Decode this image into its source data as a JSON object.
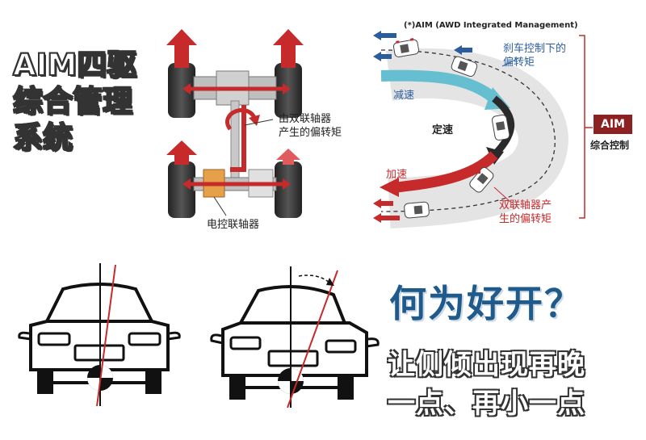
{
  "left_title": [
    "AIM四驱",
    "综合管理",
    "系统"
  ],
  "drivetrain": {
    "label_yaw": [
      "由双联轴器",
      "产生的偏转矩"
    ],
    "label_coupling": "电控联轴器"
  },
  "cornering": {
    "header": "(*)AIM (AWD Integrated Management)",
    "label_brake": [
      "刹车控制下的",
      "偏转矩"
    ],
    "label_decel": "减速",
    "label_steady": "定速",
    "label_accel": "加速",
    "label_twin": [
      "双联轴器产",
      "生的偏转矩"
    ],
    "aim_box": "AIM",
    "aim_caption": "综合控制"
  },
  "question": "何为好开？",
  "slogan_lines": [
    "让侧倾出现再晚",
    "一点、再小一点"
  ],
  "colors": {
    "accent_red": "#c62a2a",
    "accent_blue": "#2b5d9e",
    "headline": "#1f5a8c"
  }
}
